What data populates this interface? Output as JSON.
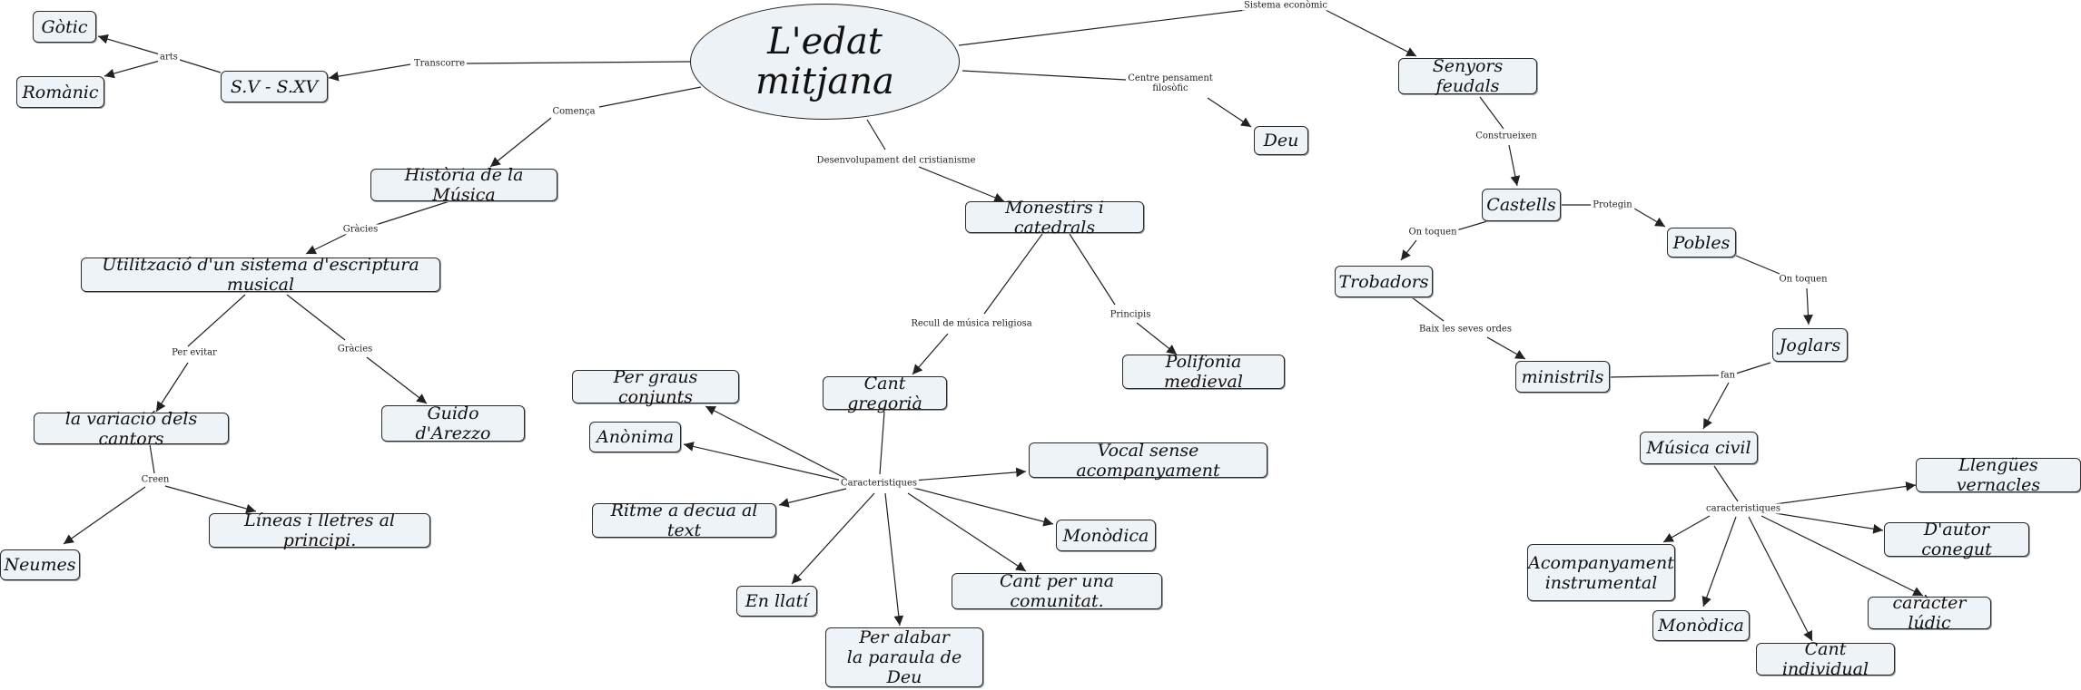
{
  "root": "L'edat mitjana",
  "nodes": {
    "gotic": "Gòtic",
    "romanic": "Romànic",
    "sv_sxv": "S.V - S.XV",
    "historia_musica": "Història de la Música",
    "utilitzacio": "Utilització d'un sistema d'escriptura musical",
    "variacio_cantors": "la variació dels cantors",
    "guido": "Guido d'Arezzo",
    "neumes": "Neumes",
    "lineas": "Líneas i lletres al principi.",
    "monestirs": "Monestirs i catedrals",
    "cant_gregoria": "Cant gregorià",
    "polifonia": "Polifonia medieval",
    "per_graus": "Per graus conjunts",
    "anonima": "Anònima",
    "ritme": "Ritme a decua al text",
    "en_llati": "En llatí",
    "per_alabar": "Per alabar\nla paraula de Deu",
    "vocal_sense": "Vocal sense acompanyament",
    "monodica_1": "Monòdica",
    "cant_comunitat": "Cant per una comunitat.",
    "deu": "Deu",
    "senyors": "Senyors feudals",
    "castells": "Castells",
    "trobadors": "Trobadors",
    "pobles": "Pobles",
    "joglars": "Joglars",
    "ministrils": "ministrils",
    "musica_civil": "Música civil",
    "llengues": "Llengües vernacles",
    "dautor": "D'autor conegut",
    "acompanyament": "Acompanyament\ninstrumental",
    "monodica_2": "Monòdica",
    "ludic": "caràcter lúdic",
    "cant_individual": "Cant individual"
  },
  "links": {
    "transcorre": "Transcorre",
    "arts": "arts",
    "comenca": "Comença",
    "gracies_1": "Gràcies",
    "per_evitar": "Per evitar",
    "gracies_2": "Gràcies",
    "creen": "Creen",
    "desenvolupament": "Desenvolupament del cristianisme",
    "recull": "Recull de música religiosa",
    "principis": "Principis",
    "caracteristiques_1": "Caracteristiques",
    "centre": "Centre pensament\nfilosòfic",
    "sistema": "Sistema econòmic",
    "construeixen": "Construeixen",
    "on_toquen_1": "On toquen",
    "protegin": "Protegin",
    "on_toquen_2": "On toquen",
    "baix": "Baix les seves ordes",
    "fan": "fan",
    "caracteristiques_2": "caracteristiques"
  },
  "colors": {
    "node_fill": "#eef3f7",
    "stroke": "#222222"
  }
}
